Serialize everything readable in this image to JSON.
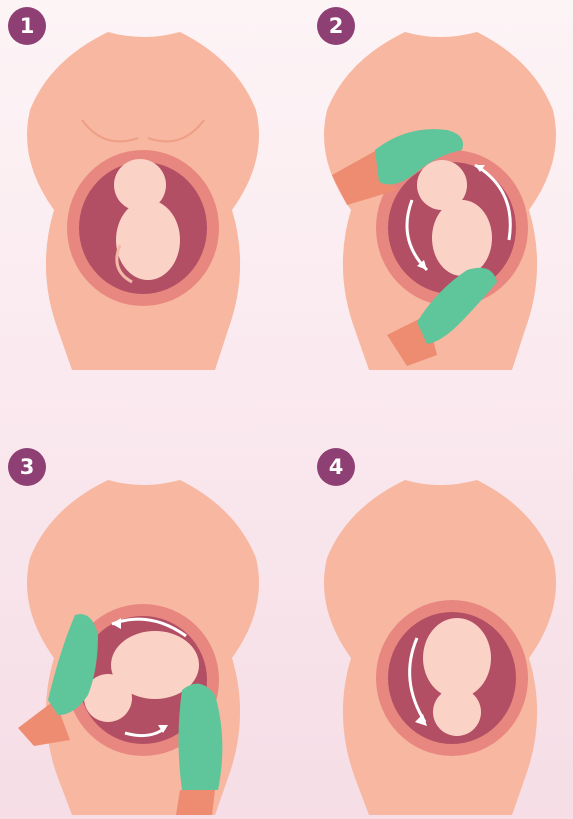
{
  "colors": {
    "background": "#fdf4f6",
    "badge": "#8e3f73",
    "skin": "#f7b7a1",
    "skin_shadow": "#ee9f86",
    "uterus_outer": "#e8877f",
    "uterus_inner": "#b34f64",
    "fetus": "#fbd3c6",
    "glove": "#5fc59b",
    "arrow": "#ffffff"
  },
  "steps": [
    {
      "number": "1",
      "hands": false,
      "arrows": "none",
      "fetus_position": "breech"
    },
    {
      "number": "2",
      "hands": true,
      "arrows": "both-sides",
      "fetus_position": "breech"
    },
    {
      "number": "3",
      "hands": true,
      "arrows": "top-bottom",
      "fetus_position": "transverse"
    },
    {
      "number": "4",
      "hands": false,
      "arrows": "left-down",
      "fetus_position": "cephalic"
    }
  ]
}
